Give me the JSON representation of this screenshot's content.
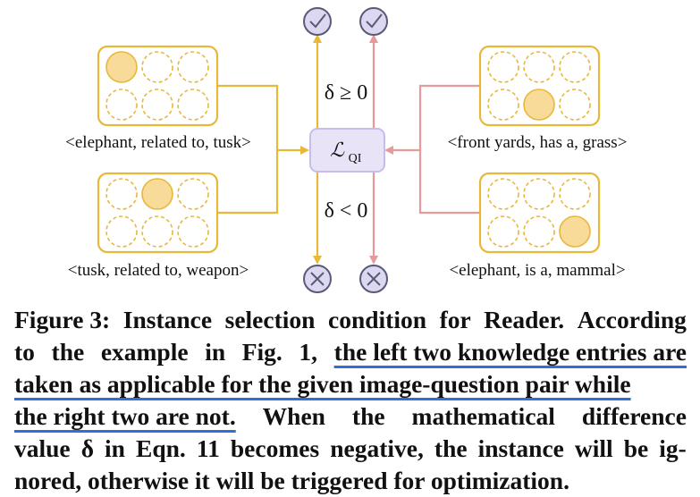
{
  "diagram": {
    "center_symbol": "ℒ",
    "center_subscript": "QI",
    "cond_ge": "δ ≥ 0",
    "cond_lt": "δ < 0",
    "check_icon": "✓",
    "cross_icon": "✕",
    "colors": {
      "yellow": "#E8B83A",
      "yellow_fill": "#F8DB98",
      "pink": "#E79A9A",
      "center_fill": "#E9E3F7",
      "center_stroke": "#C8BDEA",
      "icon_fill": "#DCD8F1",
      "icon_stroke": "#5A5A78"
    },
    "entries": [
      {
        "label": "<elephant, related to, tusk>",
        "highlighted_slot": 1
      },
      {
        "label": "<tusk, related to, weapon>",
        "highlighted_slot": 2
      },
      {
        "label": "<front yards, has a, grass>",
        "highlighted_slot": 5
      },
      {
        "label": "<elephant, is a, mammal>",
        "highlighted_slot": 6
      }
    ]
  },
  "caption": {
    "lines": [
      [
        "Figure 3:",
        "Instance",
        "selection",
        "condition",
        "for",
        "Reader.",
        "According"
      ],
      [
        "to",
        "the",
        "example",
        "in",
        "Fig.",
        "1,",
        "the left two knowledge entries are"
      ],
      [
        "taken as applicable for the given image-question pair while"
      ],
      [
        "the right two are not.",
        "When",
        "the",
        "mathematical",
        "difference"
      ],
      [
        "value",
        "δ",
        "in",
        "Eqn.",
        "11",
        "becomes",
        "negative,",
        "the",
        "instance",
        "will",
        "be",
        "ig-"
      ],
      [
        "nored, otherwise it will be triggered for optimization."
      ]
    ],
    "underlined": [
      {
        "line": 1,
        "word": 6
      },
      {
        "line": 2,
        "word": 0
      },
      {
        "line": 3,
        "word": 0
      }
    ]
  }
}
